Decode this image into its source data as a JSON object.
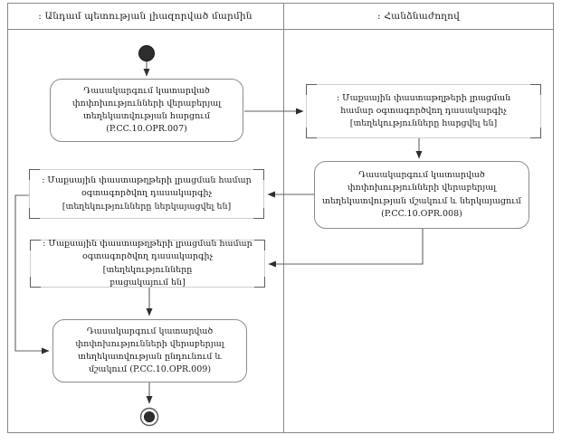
{
  "diagram": {
    "type": "uml-activity-swimlane",
    "lanes": [
      {
        "title": ": Անդամ պետության լիազորված մարմին"
      },
      {
        "title": ": Հանձնաժողով"
      }
    ],
    "nodes": {
      "action_request": {
        "kind": "action",
        "lane": "member-state",
        "label": "Դասակարգում կատարված\nփոփոխությունների վերաբերյալ\nտեղեկատվության հարցում\n(P.CC.10.OPR.007)"
      },
      "object_requested": {
        "kind": "object",
        "lane": "commission",
        "label": ": Մաքսային փաստաթղթերի լրացման\nհամար օգտագործվող դասակարգիչ\n[տեղեկությունները հարցվել են]"
      },
      "action_process_submit": {
        "kind": "action",
        "lane": "commission",
        "label": "Դասակարգում կատարված\nփոփոխությունների վերաբերյալ\nտեղեկատվության մշակում և ներկայացում\n(P.CC.10.OPR.008)"
      },
      "object_submitted": {
        "kind": "object",
        "lane": "member-state",
        "label": ": Մաքսային փաստաթղթերի լրացման համար\nօգտագործվող դասակարգիչ\n[տեղեկությունները ներկայացվել են]"
      },
      "object_absent": {
        "kind": "object",
        "lane": "member-state",
        "label": ": Մաքսային փաստաթղթերի լրացման համար\nօգտագործվող դասակարգիչ [տեղեկությունները\nբացակայում են]"
      },
      "action_receive": {
        "kind": "action",
        "lane": "member-state",
        "label": "Դասակարգում կատարված\nփոփոխությունների վերաբերյալ\nտեղեկատվության ընդունում և\nմշակում (P.CC.10.OPR.009)"
      }
    },
    "flow": [
      "start -> action_request",
      "action_request -> object_requested",
      "object_requested -> action_process_submit",
      "action_process_submit -> object_submitted",
      "action_process_submit -> object_absent",
      "object_submitted -> action_receive",
      "object_absent -> action_receive",
      "action_receive -> end"
    ],
    "colors": {
      "frame_line": "#878787",
      "node_border": "#8c8c8c",
      "object_corner": "#5e5e5e",
      "connector": "#606060",
      "node_fill": "#ffffff",
      "text": "#1c1c1c",
      "terminal_fill": "#2e2e2e"
    }
  }
}
